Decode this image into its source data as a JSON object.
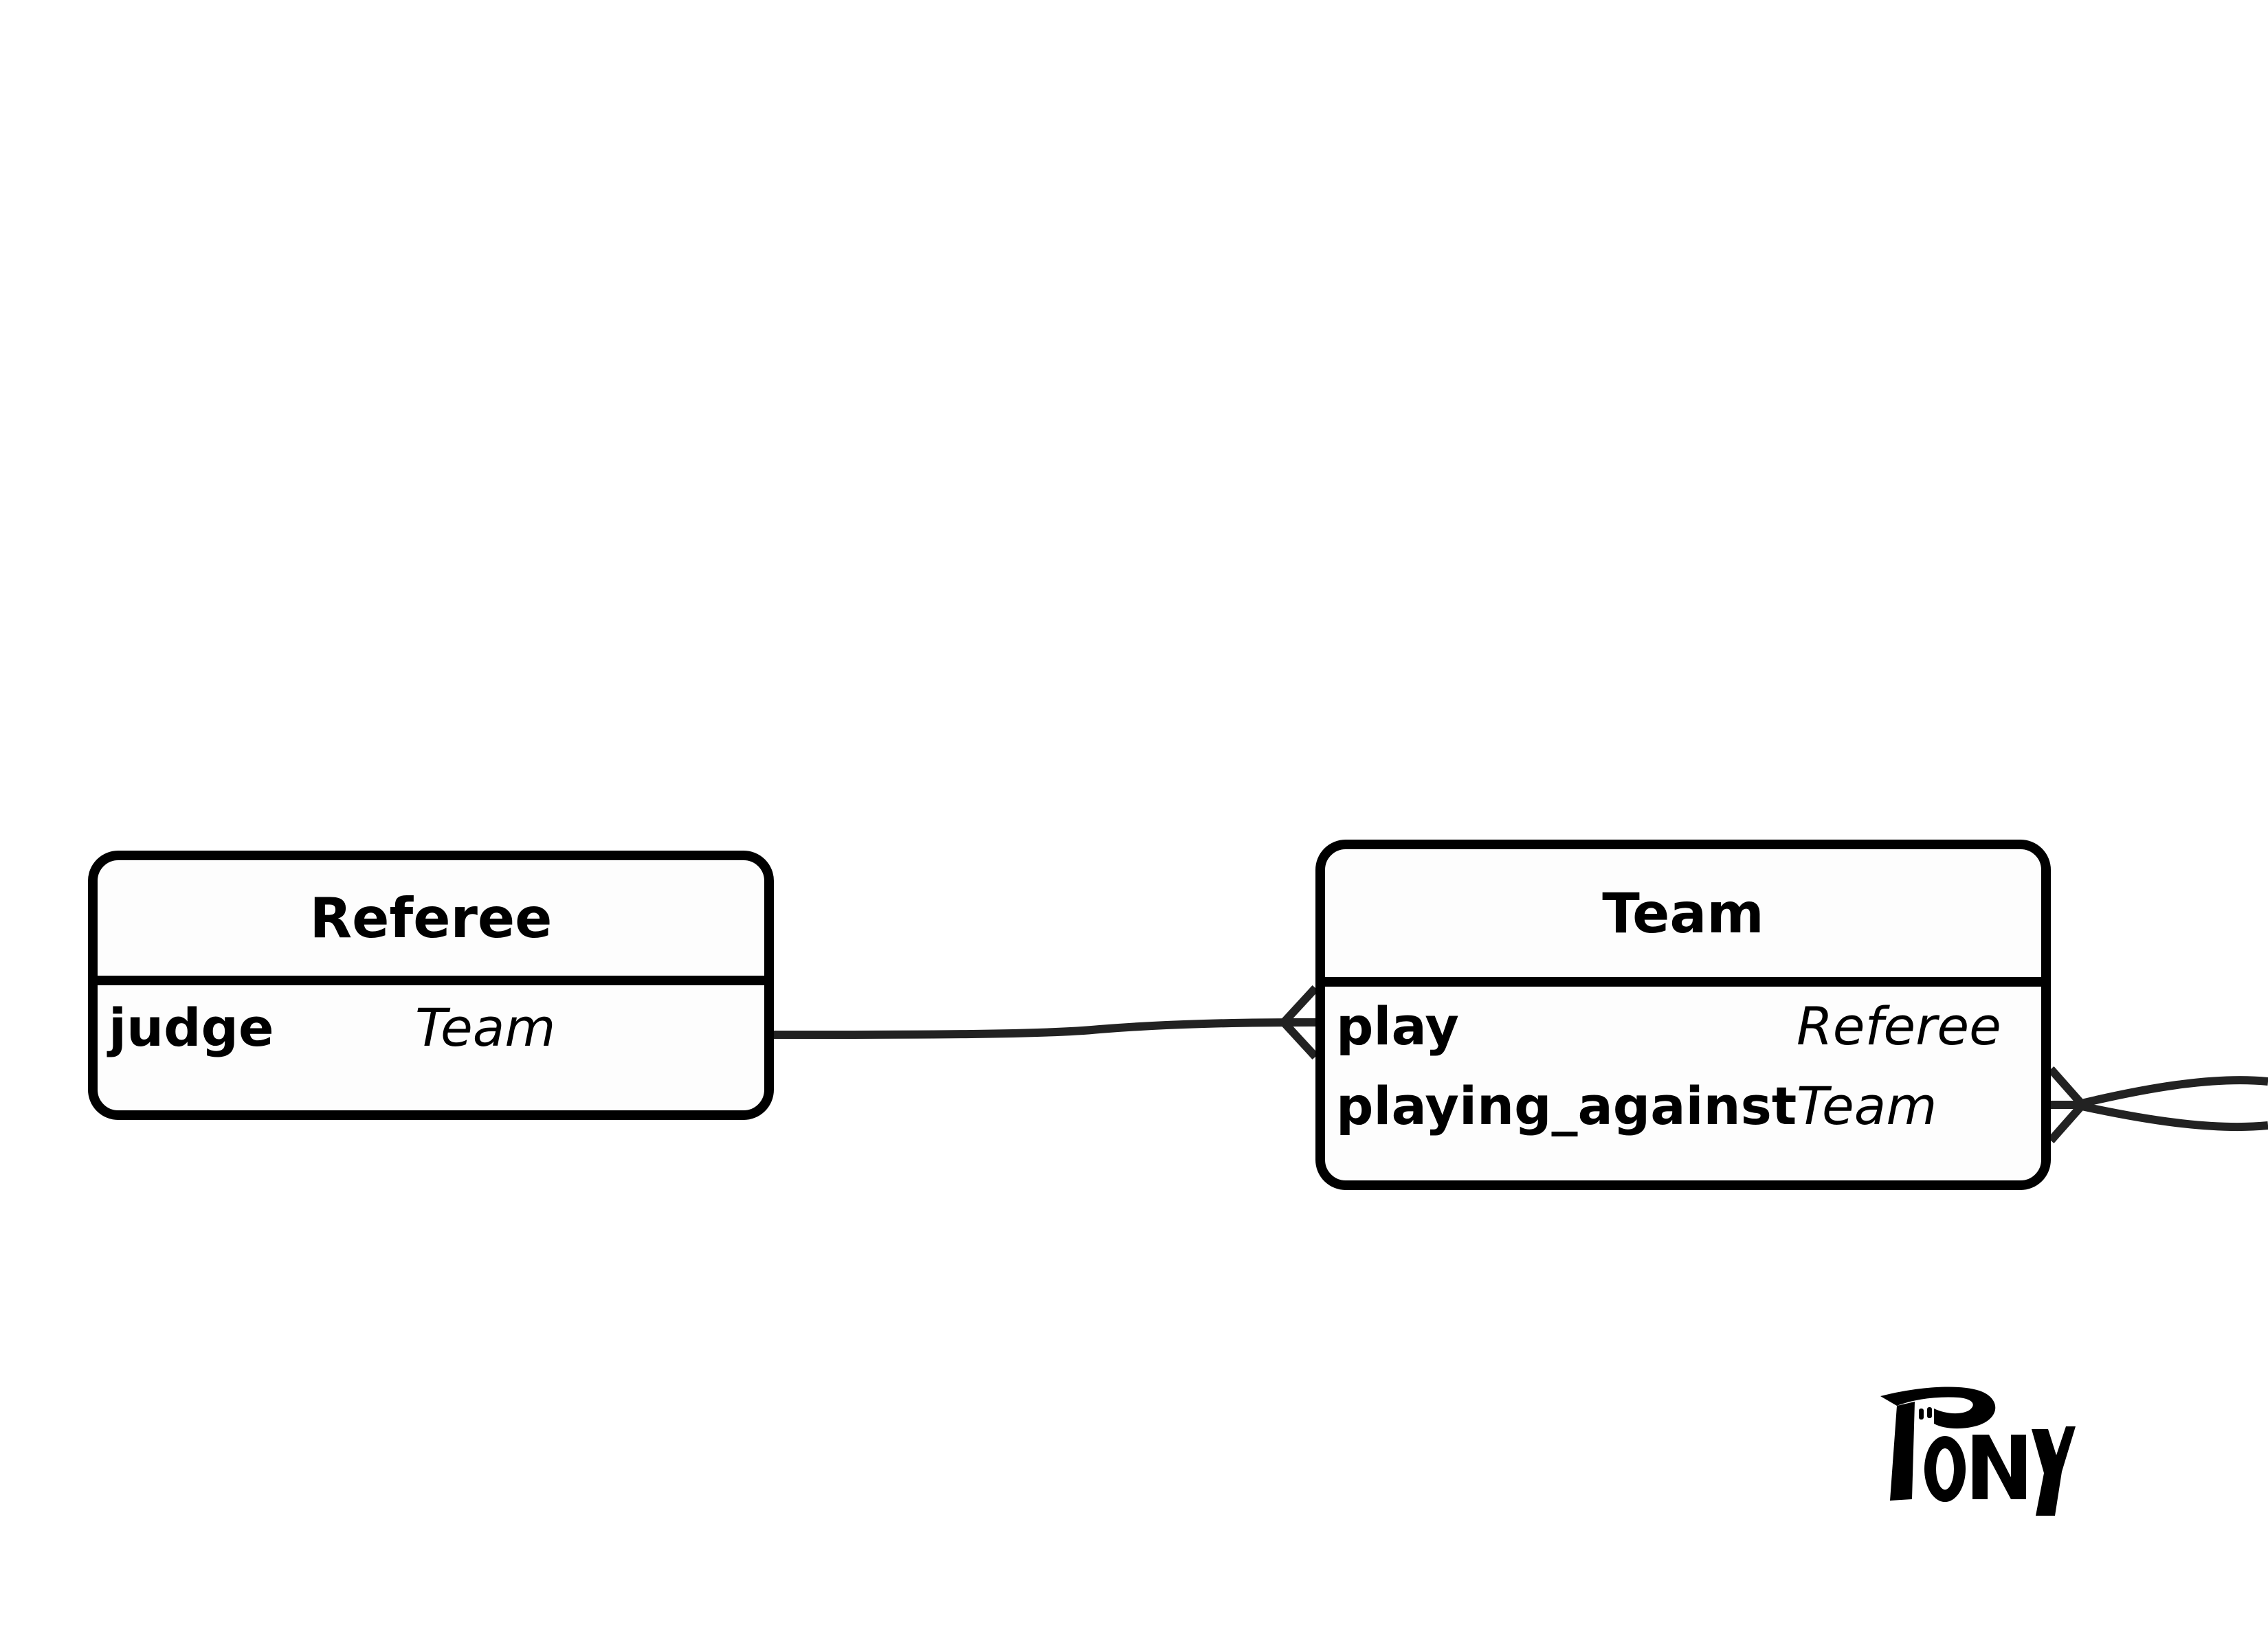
{
  "entities": {
    "referee": {
      "name": "Referee",
      "attributes": [
        {
          "name": "judge",
          "type": "Team"
        }
      ]
    },
    "team": {
      "name": "Team",
      "attributes": [
        {
          "name": "play",
          "type": "Referee"
        },
        {
          "name": "playing_against",
          "type": "Team"
        }
      ]
    }
  },
  "relationships": [
    {
      "from": "Referee.judge",
      "to": "Team.play",
      "cardinality": "one-to-many"
    },
    {
      "from": "Team.playing_against",
      "to": "Team.playing_against",
      "cardinality": "many-to-many"
    }
  ],
  "logo": {
    "text": "PONY"
  },
  "colors": {
    "background": "#ffffff",
    "entity_fill": "#fdfdfd",
    "border": "#000000",
    "link": "#222222"
  }
}
